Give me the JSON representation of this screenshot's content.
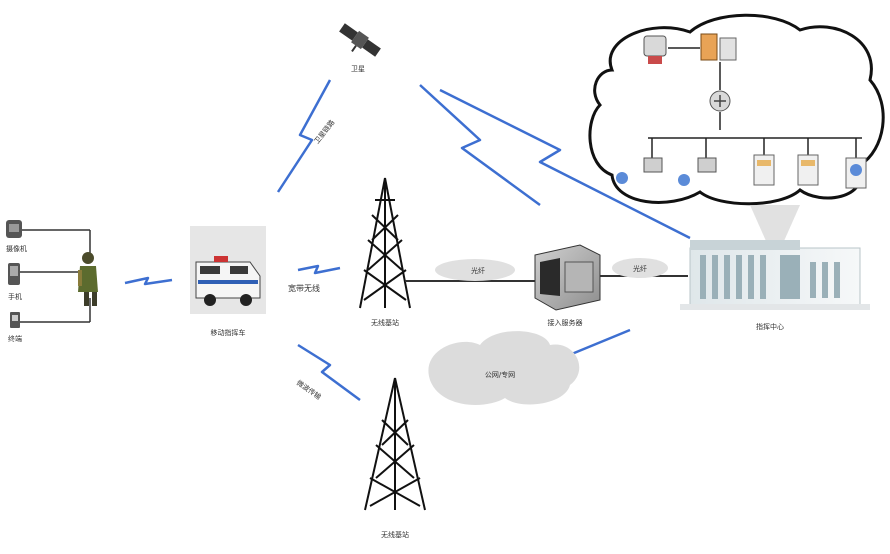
{
  "labels": {
    "satellite": "卫星",
    "satellite_link": "卫星链路",
    "vehicle_station": "移动指挥车",
    "broadband_link": "宽带无线",
    "base_station_1": "无线基站",
    "base_station_2": "无线基站",
    "microwave_link": "微波传输",
    "fiber_1": "光纤",
    "fiber_2": "光纤",
    "public_net": "公网/专网",
    "access_server": "接入服务器",
    "command_center": "指挥中心",
    "device_camera": "摄像机",
    "device_phone": "手机",
    "device_terminal": "终端"
  },
  "colors": {
    "lightning": "#3d6fd1",
    "line": "#222222",
    "cloud_fill": "#e8e8e8",
    "cloud_stroke": "#111111"
  },
  "icons": {
    "satellite": "satellite-icon",
    "vehicle": "command-vehicle-icon",
    "tower": "radio-tower-icon",
    "server": "server-icon",
    "building": "building-icon",
    "person": "soldier-icon"
  }
}
